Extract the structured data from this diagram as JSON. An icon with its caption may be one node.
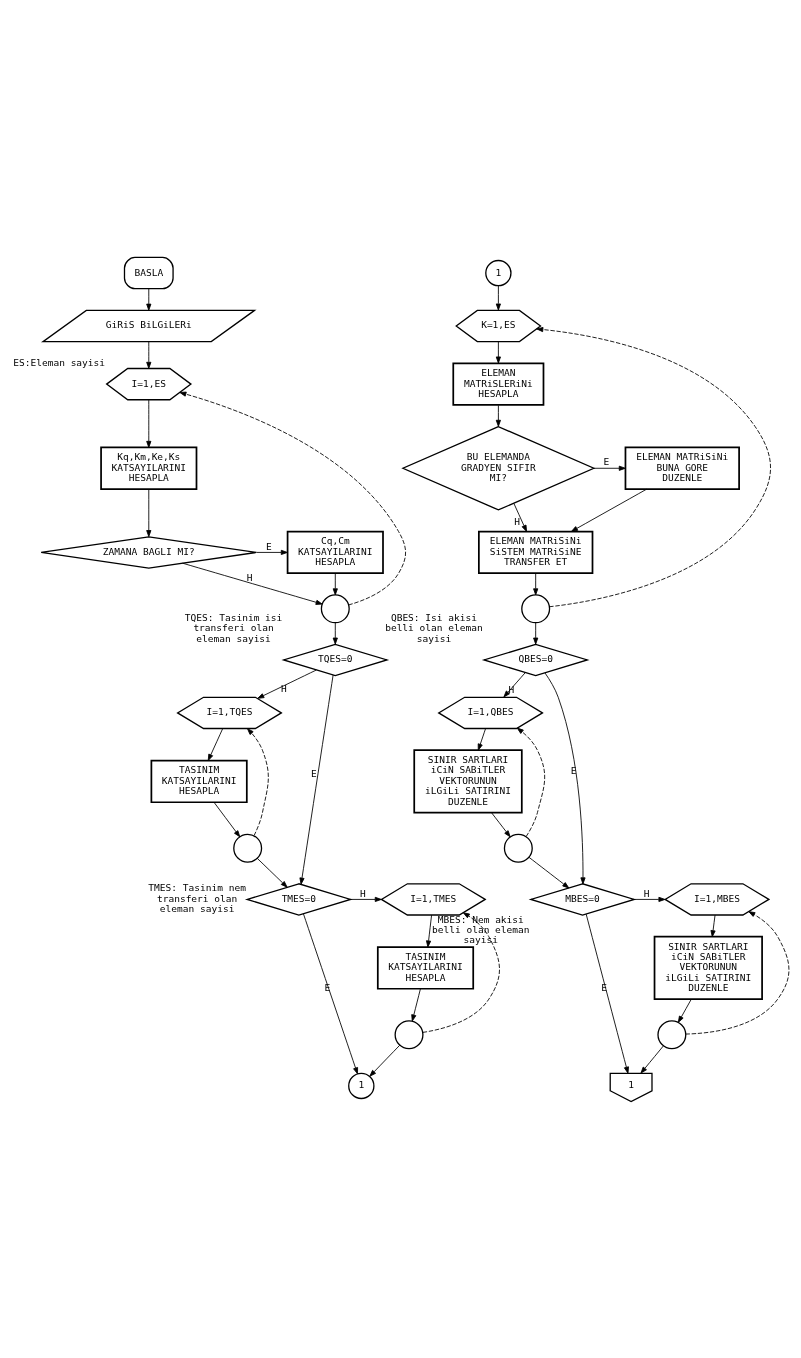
{
  "diagram": {
    "nodes": [
      {
        "text": [
          "BASLA"
        ]
      },
      {
        "text": [
          "GiRiS BiLGiLERi"
        ]
      },
      {
        "text": [
          "I=1,ES"
        ],
        "beside": [
          "ES:Eleman sayisi"
        ]
      },
      {
        "text": [
          "Kq,Km,Ke,Ks KATSAYILARINI HESAPLA"
        ]
      },
      {
        "text": [
          "ZAMANA BAGLI MI?"
        ]
      },
      {
        "text": [
          "Cq,Cm KATSAYILARINI HESAPLA"
        ]
      },
      {
        "text": [],
        "shape": "circle"
      },
      {
        "text": [
          "TQES=0"
        ],
        "beside": [
          "TQES: Tasinim isi transferi olan eleman sayisi"
        ]
      },
      {
        "text": [
          "I=1,TQES"
        ]
      },
      {
        "text": [
          "TASINIM KATSAYILARINI HESAPLA"
        ]
      },
      {
        "text": [],
        "shape": "circle"
      },
      {
        "text": [
          "TMES=0"
        ],
        "beside": [
          "TMES: Tasinim nem transferi olan eleman sayisi"
        ]
      },
      {
        "text": [
          "I=1,TMES"
        ]
      },
      {
        "text": [
          "TASINIM KATSAYILARINI HESAPLA"
        ]
      },
      {
        "text": [],
        "shape": "circle"
      },
      {
        "text": [
          "1"
        ]
      },
      {
        "text": [
          "1"
        ]
      },
      {
        "text": [
          "K=1,ES"
        ]
      },
      {
        "text": [
          "ELEMAN MATRiSLERiNi HESAPLA"
        ]
      },
      {
        "text": [
          "BU ELEMANDA GRADYEN SIFIR MI?"
        ]
      },
      {
        "text": [
          "ELEMAN MATRiSiNi BUNA GORE DUZENLE"
        ]
      },
      {
        "text": [
          "ELEMAN MATRiSiNi SiSTEM MATRiSiNE TRANSFER ET"
        ]
      },
      {
        "text": [],
        "shape": "circle"
      },
      {
        "text": [
          "QBES=0"
        ],
        "beside": [
          "QBES: Isi akisi belli olan eleman sayisi"
        ]
      },
      {
        "text": [
          "I=1,QBES"
        ]
      },
      {
        "text": [
          "SINIR SARTLARI iCiN SABiTLER VEKTORUNUN iLGiLi SATIRINI DUZENLE"
        ]
      },
      {
        "text": [],
        "shape": "circle"
      },
      {
        "text": [
          "MBES=0"
        ],
        "beside": [
          "MBES: Nem akisi belli olan eleman sayisi"
        ]
      },
      {
        "text": [
          "I=1,MBES"
        ]
      },
      {
        "text": [
          "SINIR SARTLARI iCiN SABiTLER VEKTORUNUN iLGiLi SATIRINI DUZENLE"
        ]
      },
      {
        "text": [],
        "shape": "circle"
      },
      {
        "text": [
          "1"
        ]
      }
    ],
    "edges": [
      {
        "from": 0,
        "to": 1,
        "arrow": "to"
      },
      {
        "from": 1,
        "to": 2,
        "arrow": "to"
      },
      {
        "from": 2,
        "to": 3,
        "arrow": "to"
      },
      {
        "from": 3,
        "to": 4,
        "arrow": "to"
      },
      {
        "from": 4,
        "to": 5,
        "arrow": "to",
        "label": "E"
      },
      {
        "from": 4,
        "to": 6,
        "arrow": "to",
        "label": "H"
      },
      {
        "from": 5,
        "to": 6,
        "arrow": "to"
      },
      {
        "from": 6,
        "to": 2,
        "arrow": "to",
        "style": "dashed"
      },
      {
        "from": 6,
        "to": 7,
        "arrow": "to"
      },
      {
        "from": 7,
        "to": 11,
        "arrow": "to",
        "label": "E"
      },
      {
        "from": 7,
        "to": 8,
        "arrow": "to",
        "label": "H"
      },
      {
        "from": 8,
        "to": 9,
        "arrow": "to"
      },
      {
        "from": 9,
        "to": 10,
        "arrow": "to"
      },
      {
        "from": 10,
        "to": 8,
        "arrow": "to",
        "style": "dashed"
      },
      {
        "from": 10,
        "to": 11,
        "arrow": "to"
      },
      {
        "from": 11,
        "to": 12,
        "arrow": "to",
        "label": "H"
      },
      {
        "from": 11,
        "to": 15,
        "arrow": "to",
        "label": "E"
      },
      {
        "from": 12,
        "to": 13,
        "arrow": "to"
      },
      {
        "from": 13,
        "to": 14,
        "arrow": "to"
      },
      {
        "from": 14,
        "to": 15,
        "arrow": "to"
      },
      {
        "from": 14,
        "to": 12,
        "arrow": "to",
        "style": "dashed"
      },
      {
        "from": 16,
        "to": 17,
        "arrow": "to"
      },
      {
        "from": 17,
        "to": 18,
        "arrow": "to"
      },
      {
        "from": 18,
        "to": 19,
        "arrow": "to"
      },
      {
        "from": 19,
        "to": 20,
        "arrow": "to",
        "label": "E"
      },
      {
        "from": 19,
        "to": 21,
        "arrow": "to",
        "label": "H"
      },
      {
        "from": 20,
        "to": 21,
        "arrow": "to"
      },
      {
        "from": 21,
        "to": 22,
        "arrow": "to"
      },
      {
        "from": 22,
        "to": 17,
        "arrow": "to",
        "style": "dashed"
      },
      {
        "from": 22,
        "to": 23,
        "arrow": "to"
      },
      {
        "from": 23,
        "to": 27,
        "arrow": "to",
        "label": "E"
      },
      {
        "from": 23,
        "to": 24,
        "arrow": "to",
        "label": "H"
      },
      {
        "from": 24,
        "to": 25,
        "arrow": "to"
      },
      {
        "from": 25,
        "to": 26,
        "arrow": "to"
      },
      {
        "from": 26,
        "to": 24,
        "arrow": "to",
        "style": "dashed"
      },
      {
        "from": 26,
        "to": 27,
        "arrow": "to"
      },
      {
        "from": 27,
        "to": 28,
        "arrow": "to",
        "label": "H"
      },
      {
        "from": 27,
        "to": 31,
        "arrow": "to",
        "label": "E"
      },
      {
        "from": 28,
        "to": 29,
        "arrow": "to"
      },
      {
        "from": 29,
        "to": 30,
        "arrow": "to"
      },
      {
        "from": 30,
        "to": 31,
        "arrow": "to"
      },
      {
        "from": 30,
        "to": 28,
        "arrow": "to",
        "style": "dashed"
      }
    ]
  }
}
